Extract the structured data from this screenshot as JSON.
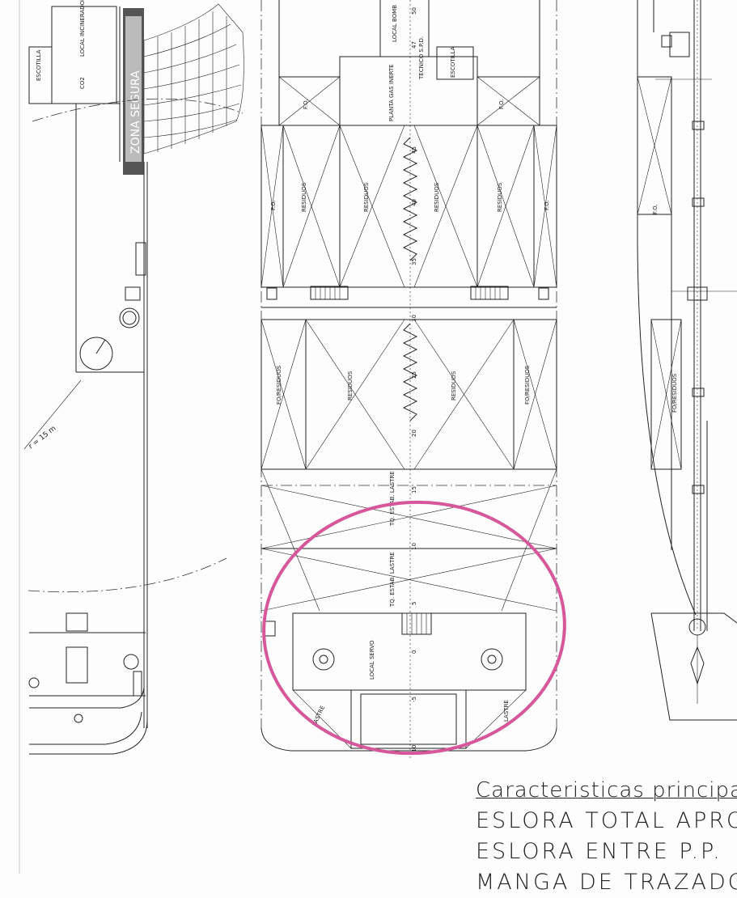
{
  "colors": {
    "ink": "#222222",
    "highlight_circle": "#d6579a",
    "paper": "#fdfdfd"
  },
  "left_view": {
    "escotilla_label": "ESCOTILLA",
    "incinerator_label": "LOCAL INCINERADOR",
    "co2_label": "CO2",
    "zona_label": "ZONA SEGURA",
    "radius_label": "r = 15 m"
  },
  "center_view": {
    "local_bomb_label": "LOCAL BOMB",
    "planta_gas_label": "PLANTA GAS INERTE",
    "escotilla_label": "ESCOTILLA",
    "tecnico_label": "TECNICO S.P.D.",
    "fo_left": "F.O.",
    "fo_right": "F.O.",
    "residuos_labels": [
      "RESIDUOS",
      "RESIDUOS",
      "RESIDUOS",
      "RESIDUOS"
    ],
    "fo_small_left": "F.O.",
    "fo_small_right": "F.O.",
    "fo_residuos_left": "FO/RESIDUOS",
    "fo_residuos_right": "FO/RESIDUOS",
    "residuos_lower": [
      "RESIDUOS",
      "RESIDUOS"
    ],
    "tq_estab_upper": "TQ. ESTAB. LASTRE",
    "tq_estab_lower": "TQ. ESTAB. LASTRE",
    "local_servo": "LOCAL SERVO",
    "lastre_left": "LASTRE",
    "lastre_right": "LASTRE",
    "frame_numbers": [
      "50",
      "47",
      "45",
      "40",
      "35",
      "30",
      "25",
      "20",
      "15",
      "10",
      "5",
      "0",
      "-5",
      "-10"
    ]
  },
  "right_view": {
    "fo_label": "F.O.",
    "fo_residuos_label": "FO/RESIDUOS"
  },
  "legend": {
    "heading": "Caracteristicas principales",
    "line1": "ESLORA TOTAL APROX.",
    "line2": "ESLORA ENTRE P.P.",
    "line3": "MANGA DE TRAZADO"
  }
}
